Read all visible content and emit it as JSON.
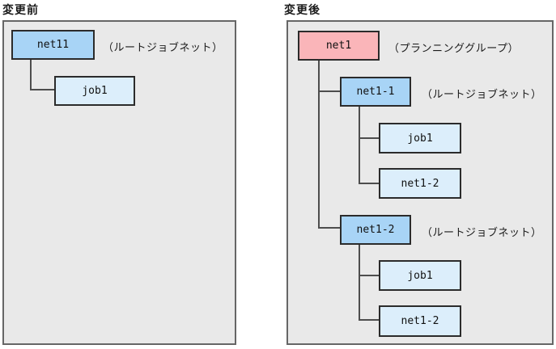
{
  "titles": {
    "before": "変更前",
    "after": "変更後"
  },
  "before": {
    "root": {
      "label": "net11",
      "annotation": "（ルートジョブネット）"
    },
    "children": [
      {
        "label": "job1"
      }
    ]
  },
  "after": {
    "group": {
      "label": "net1",
      "annotation": "（プランニンググループ）"
    },
    "jobnets": [
      {
        "label": "net1-1",
        "annotation": "（ルートジョブネット）",
        "children": [
          {
            "label": "job1"
          },
          {
            "label": "net1-2"
          }
        ]
      },
      {
        "label": "net1-2",
        "annotation": "（ルートジョブネット）",
        "children": [
          {
            "label": "job1"
          },
          {
            "label": "net1-2"
          }
        ]
      }
    ]
  },
  "colors": {
    "planning_group": "#fab5b9",
    "root_jobnet": "#a8d4f6",
    "nested_unit": "#dceefb",
    "panel_background": "#e9e9e9",
    "connector_line": "#4d4d4d"
  }
}
